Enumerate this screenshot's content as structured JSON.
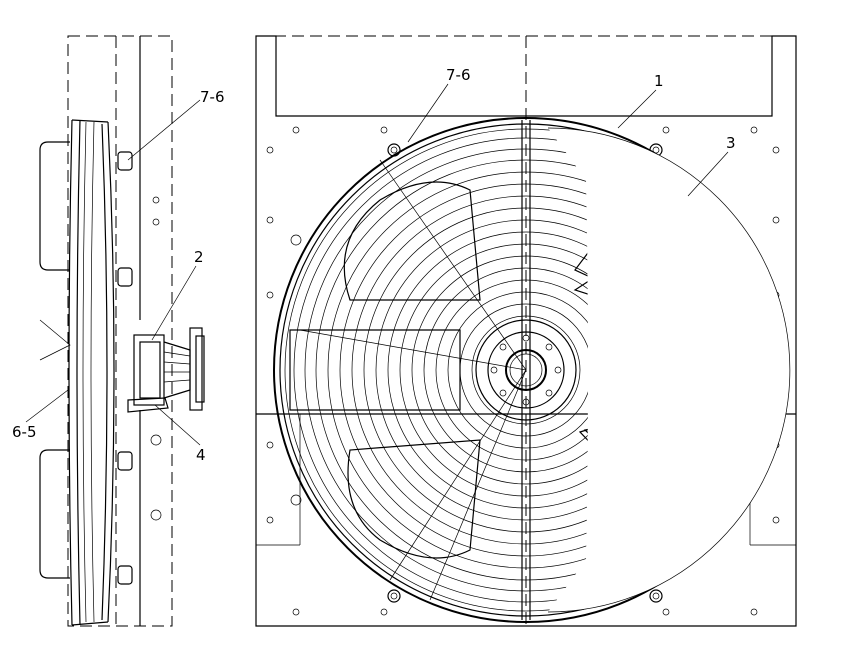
{
  "callouts": {
    "side_7_6": "7-6",
    "side_2": "2",
    "side_6_5": "6-5",
    "side_4": "4",
    "front_7_6": "7-6",
    "front_1": "1",
    "front_3": "3"
  }
}
